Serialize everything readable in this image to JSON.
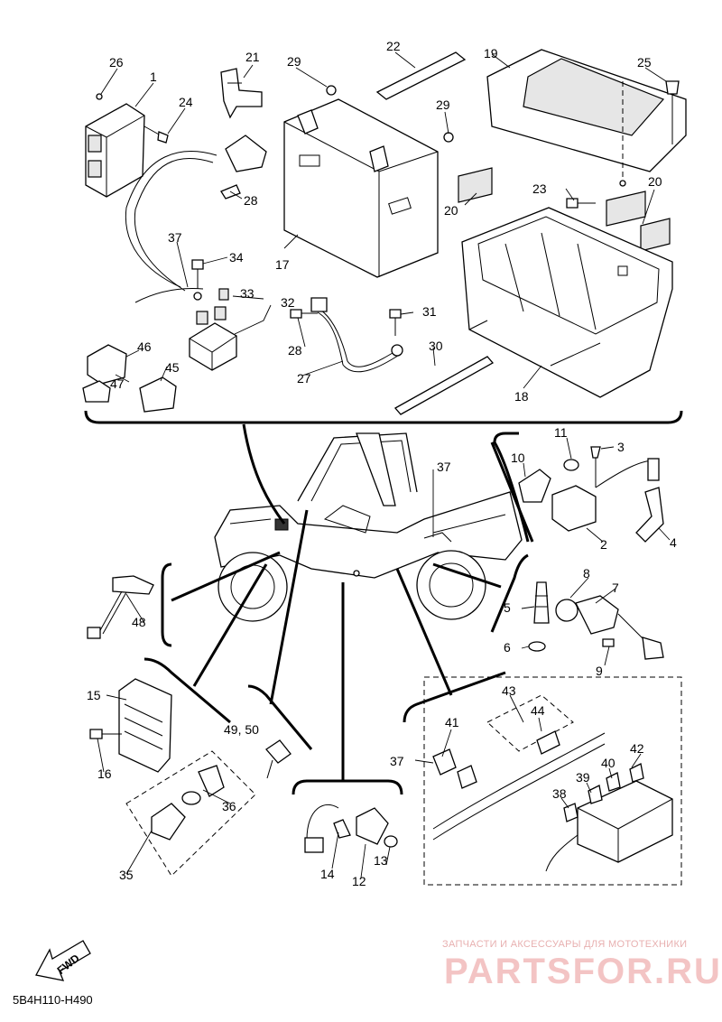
{
  "diagram_code": "5B4H110-H490",
  "fwd_label": "FWD",
  "watermark": {
    "tagline": "ЗАПЧАСТИ И АКСЕССУАРЫ ДЛЯ МОТОТЕХНИКИ",
    "logo": "PARTSFOR.RU"
  },
  "callouts": [
    {
      "id": "p26",
      "text": "26"
    },
    {
      "id": "p1",
      "text": "1"
    },
    {
      "id": "p24",
      "text": "24"
    },
    {
      "id": "p21",
      "text": "21"
    },
    {
      "id": "p29a",
      "text": "29"
    },
    {
      "id": "p22",
      "text": "22"
    },
    {
      "id": "p19",
      "text": "19"
    },
    {
      "id": "p25",
      "text": "25"
    },
    {
      "id": "p29b",
      "text": "29"
    },
    {
      "id": "p28a",
      "text": "28"
    },
    {
      "id": "p17",
      "text": "17"
    },
    {
      "id": "p20a",
      "text": "20"
    },
    {
      "id": "p23",
      "text": "23"
    },
    {
      "id": "p20b",
      "text": "20"
    },
    {
      "id": "p37a",
      "text": "37"
    },
    {
      "id": "p34",
      "text": "34"
    },
    {
      "id": "p33",
      "text": "33"
    },
    {
      "id": "p32",
      "text": "32"
    },
    {
      "id": "p31",
      "text": "31"
    },
    {
      "id": "p28b",
      "text": "28"
    },
    {
      "id": "p46",
      "text": "46"
    },
    {
      "id": "p47",
      "text": "47"
    },
    {
      "id": "p45",
      "text": "45"
    },
    {
      "id": "p30",
      "text": "30"
    },
    {
      "id": "p27",
      "text": "27"
    },
    {
      "id": "p18",
      "text": "18"
    },
    {
      "id": "p11",
      "text": "11"
    },
    {
      "id": "p3",
      "text": "3"
    },
    {
      "id": "p10",
      "text": "10"
    },
    {
      "id": "p37b",
      "text": "37"
    },
    {
      "id": "p2",
      "text": "2"
    },
    {
      "id": "p4",
      "text": "4"
    },
    {
      "id": "p8",
      "text": "8"
    },
    {
      "id": "p7",
      "text": "7"
    },
    {
      "id": "p5",
      "text": "5"
    },
    {
      "id": "p6",
      "text": "6"
    },
    {
      "id": "p9",
      "text": "9"
    },
    {
      "id": "p48",
      "text": "48"
    },
    {
      "id": "p43",
      "text": "43"
    },
    {
      "id": "p44",
      "text": "44"
    },
    {
      "id": "p15",
      "text": "15"
    },
    {
      "id": "p4950",
      "text": "49, 50"
    },
    {
      "id": "p41",
      "text": "41"
    },
    {
      "id": "p37c",
      "text": "37"
    },
    {
      "id": "p42",
      "text": "42"
    },
    {
      "id": "p40",
      "text": "40"
    },
    {
      "id": "p39",
      "text": "39"
    },
    {
      "id": "p38",
      "text": "38"
    },
    {
      "id": "p16",
      "text": "16"
    },
    {
      "id": "p36",
      "text": "36"
    },
    {
      "id": "p13",
      "text": "13"
    },
    {
      "id": "p14",
      "text": "14"
    },
    {
      "id": "p12",
      "text": "12"
    },
    {
      "id": "p35",
      "text": "35"
    }
  ]
}
